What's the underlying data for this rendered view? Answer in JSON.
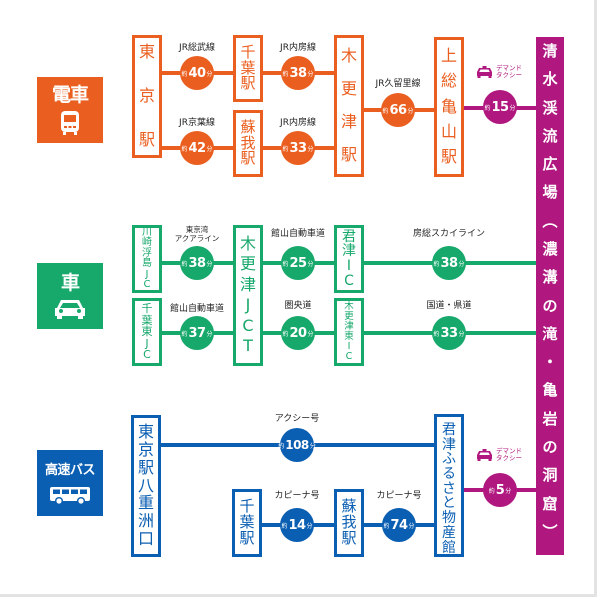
{
  "colors": {
    "train": "#ea5f20",
    "car": "#17a86b",
    "bus": "#0b5fb2",
    "destination": "#b0187f"
  },
  "destination": {
    "name": "清水渓流広場（濃溝の滝・亀岩の洞窟）",
    "chars": [
      "清",
      "水",
      "渓",
      "流",
      "広",
      "場",
      "︵",
      "濃",
      "溝",
      "の",
      "滝",
      "・",
      "亀",
      "岩",
      "の",
      "洞",
      "窟",
      "︶"
    ]
  },
  "time_prefix": "約",
  "time_suffix": "分",
  "taxi": {
    "line1": "デマンド",
    "line2": "タクシー"
  },
  "train": {
    "mode_label": "電車",
    "icon": "train-icon",
    "stations": {
      "tokyo": "東京駅",
      "chiba": "千葉駅",
      "soga": "蘇我駅",
      "kisarazu": "木更津駅",
      "kazusa_kameyama": "上総亀山駅"
    },
    "routes": [
      {
        "label": "JR総武線",
        "minutes": "40"
      },
      {
        "label": "JR内房線",
        "minutes": "38"
      },
      {
        "label": "JR京葉線",
        "minutes": "42"
      },
      {
        "label": "JR内房線",
        "minutes": "33"
      },
      {
        "label": "JR久留里線",
        "minutes": "66"
      },
      {
        "label": "デマンドタクシー",
        "minutes": "15"
      }
    ]
  },
  "car": {
    "mode_label": "車",
    "icon": "car-icon",
    "stations": {
      "kawasaki_ukishima": "川崎浮島JC",
      "chiba_higashi": "千葉東JC",
      "kisarazu_jct": "木更津JCT",
      "kimitsu_ic": "君津IC",
      "kisarazu_higashi_ic": "木更津東IC"
    },
    "routes": [
      {
        "label": "東京湾アクアライン",
        "label_line1": "東京湾",
        "label_line2": "アクアライン",
        "minutes": "38"
      },
      {
        "label": "館山自動車道",
        "minutes": "37"
      },
      {
        "label": "館山自動車道",
        "minutes": "25"
      },
      {
        "label": "圏央道",
        "minutes": "20"
      },
      {
        "label": "房総スカイライン",
        "minutes": "38"
      },
      {
        "label": "国道・県道",
        "minutes": "33"
      }
    ]
  },
  "bus": {
    "mode_label": "高速バス",
    "icon": "bus-icon",
    "stations": {
      "tokyo_yaesu": "東京駅八重洲口",
      "chiba": "千葉駅",
      "soga": "蘇我駅",
      "kimitsu_furusato": "君津ふるさと物産館"
    },
    "routes": [
      {
        "label": "アクシー号",
        "minutes": "108"
      },
      {
        "label": "カピーナ号",
        "minutes": "14"
      },
      {
        "label": "カピーナ号",
        "minutes": "74"
      },
      {
        "label": "デマンドタクシー",
        "minutes": "5"
      }
    ]
  }
}
